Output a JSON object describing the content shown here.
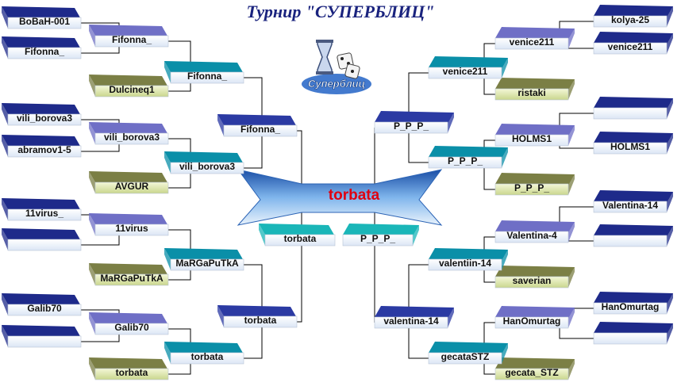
{
  "title": "Турнир \"СУПЕРБЛИЦ\"",
  "logo": {
    "name": "superblitz-logo",
    "text": "Суперблиц"
  },
  "champion": "torbata",
  "left": {
    "r1": [
      "BoBaH-001",
      "Fifonna_",
      "vili_borova3",
      "abramov1-5",
      "11virus_",
      "",
      "Galib70",
      ""
    ],
    "r2": [
      "Fifonna_",
      "Dulcineq1",
      "vili_borova3",
      "AVGUR",
      "11virus",
      "MaRGaPuTkA",
      "Galib70",
      "torbata"
    ],
    "r3": [
      "Fifonna_",
      "vili_borova3",
      "MaRGaPuTkA",
      "torbata"
    ],
    "r4": [
      "Fifonna_",
      "torbata"
    ],
    "final": "torbata"
  },
  "right": {
    "r1": [
      "kolya-25",
      "venice211",
      "",
      "HOLMS1",
      "Valentina-14",
      "",
      "HanOmurtag",
      ""
    ],
    "r2": [
      "venice211",
      "ristaki",
      "HOLMS1",
      "P_P_P_",
      "Valentina-4",
      "saverian",
      "HanOmurtag",
      "gecata_STZ"
    ],
    "r3": [
      "venice211",
      "P_P_P_",
      "valentiin-14",
      "gecataSTZ"
    ],
    "r4": [
      "P_P_P_",
      "valentina-14"
    ],
    "final": "P_P_P_"
  },
  "colors": {
    "title": "#1a237e",
    "champion": "#e00010",
    "line": "#000000",
    "r1": "#1e2a8a",
    "r2_winner": "#6f6fc6",
    "r2_loser": "#7b7f45",
    "r3": "#0a8fa8",
    "r4": "#2b3aa3",
    "final": "#1ab6b8",
    "banner": "#3d86d1"
  }
}
